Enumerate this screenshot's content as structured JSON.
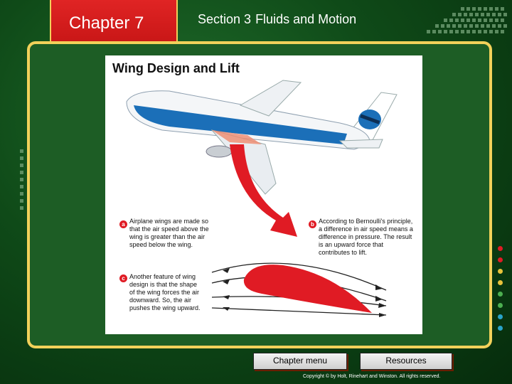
{
  "header": {
    "chapter": "Chapter 7",
    "section_label": "Section 3",
    "section_title": "Fluids and Motion"
  },
  "figure": {
    "title": "Wing Design and Lift",
    "captions": [
      {
        "marker": "a",
        "text": "Airplane wings are made so that the air speed above the wing is greater than the air speed below the wing."
      },
      {
        "marker": "b",
        "text": "According to Bernoulli's principle, a difference in air speed means a difference in pressure. The result is an upward force that contributes to lift."
      },
      {
        "marker": "c",
        "text": "Another feature of wing design is that the shape of the wing forces the air downward. So, the air pushes the wing upward."
      }
    ]
  },
  "footer": {
    "chapter_menu": "Chapter menu",
    "resources": "Resources",
    "copyright": "Copyright © by Holt, Rinehart and Winston. All rights reserved."
  },
  "colors": {
    "accent_red": "#e01b24",
    "border_gold": "#f2d15a",
    "plane_blue": "#1b6fb8",
    "background_green": "#0f4a18"
  }
}
